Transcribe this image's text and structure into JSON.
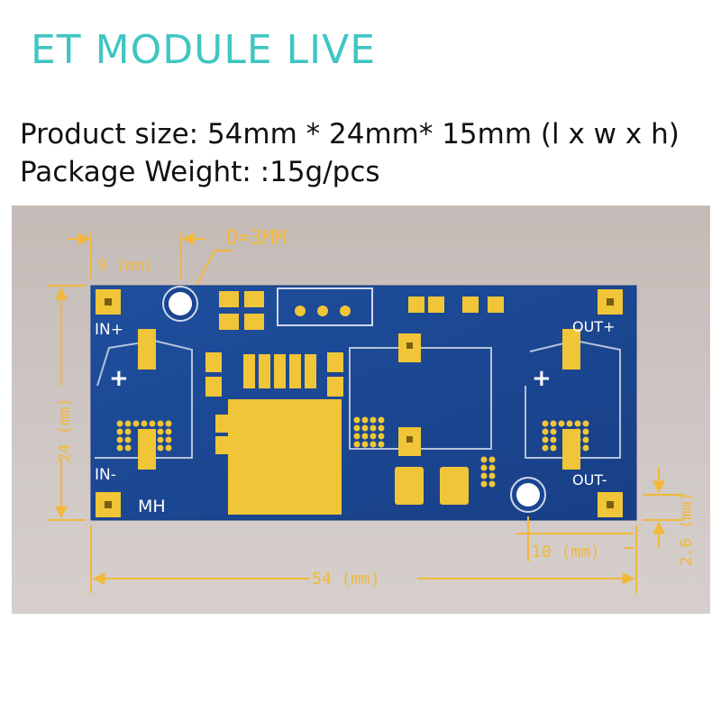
{
  "header": {
    "brand": "ET MODULE LIVE",
    "product_size": "Product size: 54mm * 24mm* 15mm (l x w x h)",
    "package_weight": "Package Weight: :15g/pcs"
  },
  "board": {
    "silkscreen": {
      "in_plus": "IN+",
      "in_minus": "IN-",
      "out_plus": "OUT+",
      "out_minus": "OUT-",
      "maker": "MH",
      "plus_sign": "+"
    },
    "dimensions": {
      "hole_diameter": "D=3MM",
      "hole_offset_x": "9 (mm)",
      "width": "24 (mm)",
      "length": "54 (mm)",
      "hole_offset_right": "10 (mm)",
      "hole_offset_bottom": "2.6 (mm)"
    }
  },
  "colors": {
    "brand": "#3fc6c1",
    "pcb": "#1e4d9a",
    "pad_gold": "#f0c537",
    "dimension": "#f2b83a",
    "background": "#cfc8c4"
  }
}
